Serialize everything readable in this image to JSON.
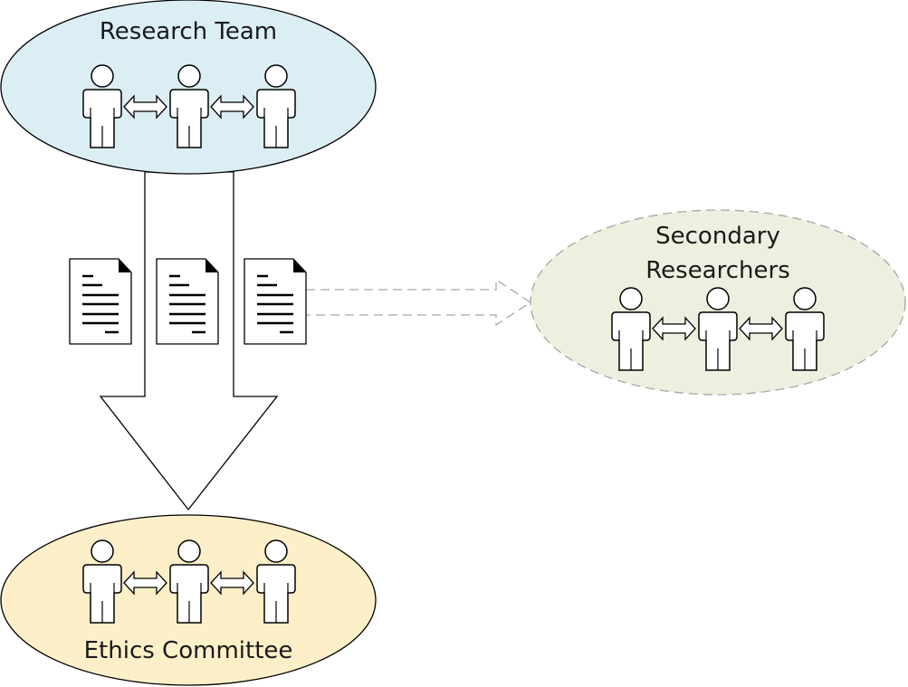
{
  "groups": {
    "research_team": {
      "label": "Research Team",
      "fill": "#dbeef4"
    },
    "secondary_researchers": {
      "label_line1": "Secondary",
      "label_line2": "Researchers",
      "fill": "#ebf1de"
    },
    "ethics_committee": {
      "label": "Ethics Committee",
      "fill": "#fdf0c9"
    }
  },
  "colors": {
    "stroke": "#000000",
    "dashed_stroke": "#a6a6a6",
    "person_fill": "#ffffff",
    "document_fill": "#ffffff"
  },
  "icons": {
    "person": "person-icon",
    "document": "document-icon",
    "double_arrow": "double-arrow-icon"
  }
}
